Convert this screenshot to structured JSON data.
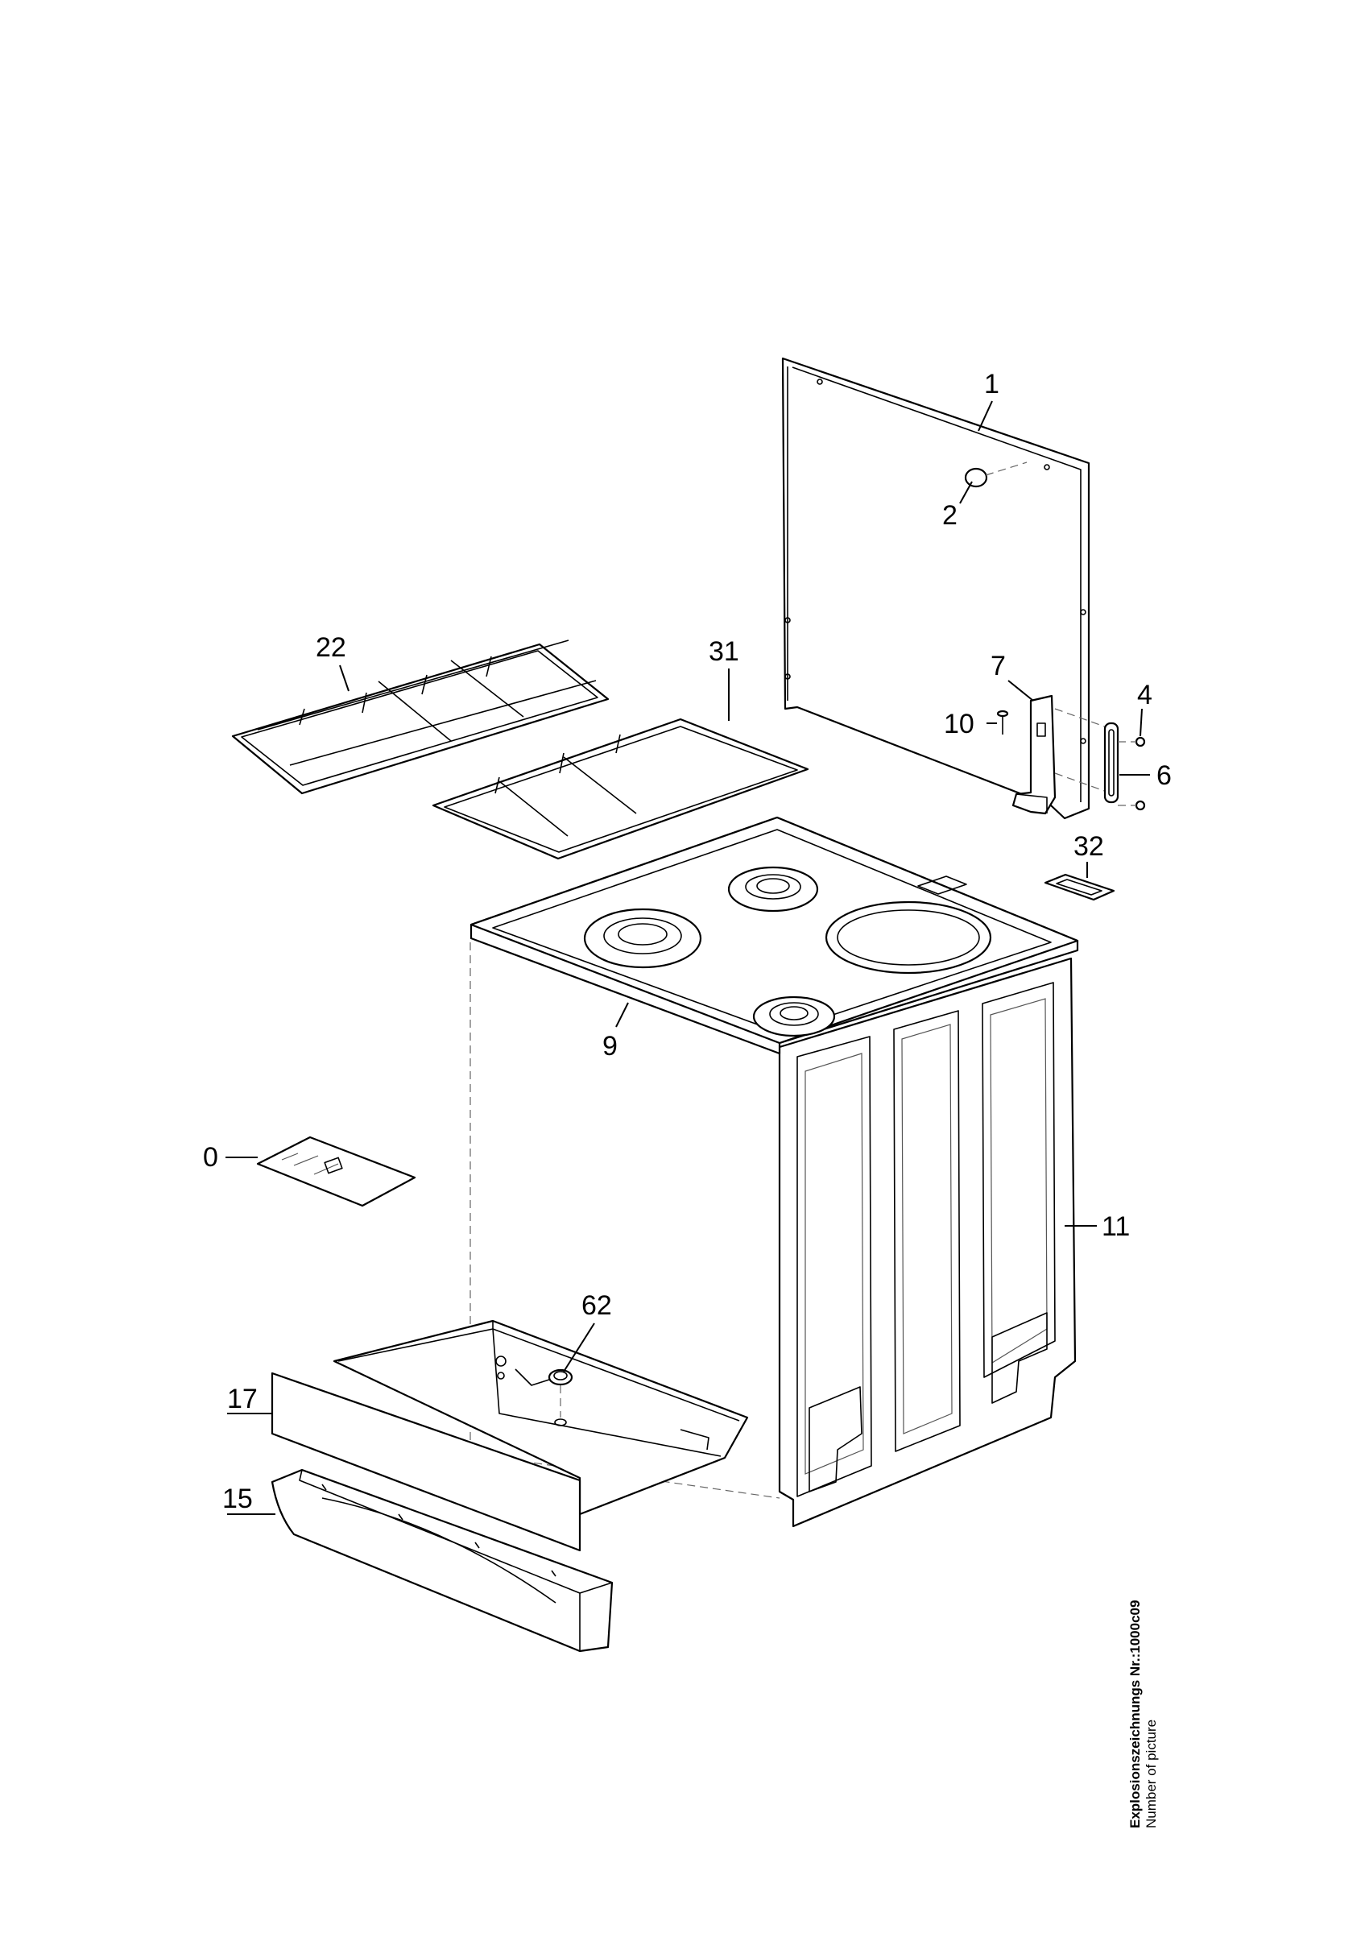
{
  "callouts": {
    "c1": "1",
    "c2": "2",
    "c4": "4",
    "c6": "6",
    "c7": "7",
    "c10": "10",
    "c22": "22",
    "c31": "31",
    "c32": "32",
    "c9": "9",
    "c0": "0",
    "c11": "11",
    "c62": "62",
    "c17": "17",
    "c15": "15"
  },
  "caption": {
    "title": "Explosionszeichnungs Nr.:1000c09",
    "subtitle": "Number of picture"
  }
}
